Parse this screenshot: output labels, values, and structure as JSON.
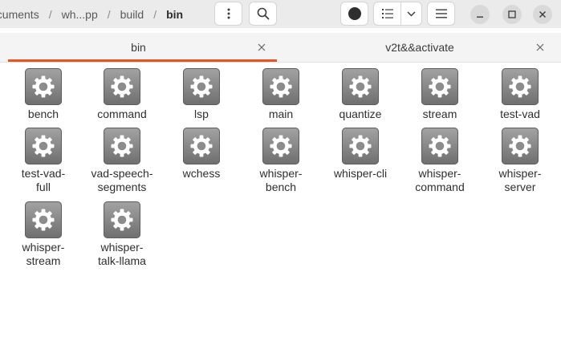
{
  "breadcrumb": {
    "segments": [
      "ocuments",
      "wh...pp",
      "build",
      "bin"
    ],
    "separator": "/"
  },
  "header": {
    "menu_icon": "vertical-dots-icon",
    "search_icon": "search-icon",
    "record_icon": "record-icon",
    "view_icon": "list-view-icon",
    "view_dropdown_icon": "chevron-down-icon",
    "main_menu_icon": "hamburger-icon",
    "window_controls": [
      "minimize",
      "maximize",
      "close"
    ]
  },
  "tabs": [
    {
      "label": "bin",
      "active": true
    },
    {
      "label": "v2t&&activate",
      "active": false
    }
  ],
  "files": [
    {
      "label": "bench"
    },
    {
      "label": "command"
    },
    {
      "label": "lsp"
    },
    {
      "label": "main"
    },
    {
      "label": "quantize"
    },
    {
      "label": "stream"
    },
    {
      "label": "test-vad"
    },
    {
      "label": "test-vad-\nfull"
    },
    {
      "label": "vad-speech-\nsegments"
    },
    {
      "label": "wchess"
    },
    {
      "label": "whisper-\nbench"
    },
    {
      "label": "whisper-cli"
    },
    {
      "label": "whisper-\ncommand"
    },
    {
      "label": "whisper-\nserver"
    },
    {
      "label": "whisper-\nstream"
    },
    {
      "label": "whisper-\ntalk-llama"
    }
  ],
  "colors": {
    "accent": "#e95420",
    "header_bg": "#ebebeb",
    "icon_gray": "#8a8a8a"
  }
}
